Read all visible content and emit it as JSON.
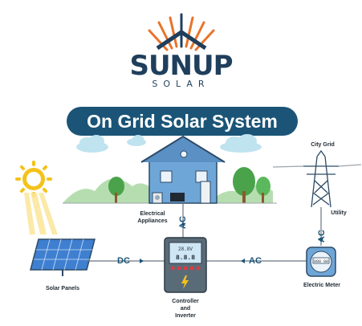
{
  "brand": {
    "name": "SUNUP",
    "sub": "SOLAR"
  },
  "title": "On Grid Solar System",
  "components": {
    "appliances": "Electrical\nAppliances",
    "city_grid": "City Grid",
    "utility": "Utility",
    "solar_panels": "Solar Panels",
    "controller": "Controller\nand\nInverter",
    "meter": "Electric Meter"
  },
  "flows": {
    "dc": "DC",
    "ac_right": "AC",
    "ac_vertical_house": "AC",
    "ac_vertical_grid": "AC"
  },
  "inverter_screen": {
    "line1": "28.8V",
    "line2": "8.8.8"
  },
  "meter_display": "000 00",
  "colors": {
    "accent": "#1b5477",
    "sun": "#f4c21a",
    "house": "#6fa6d8",
    "panel": "#3f7fd0",
    "hills": "#9fcf8a"
  }
}
